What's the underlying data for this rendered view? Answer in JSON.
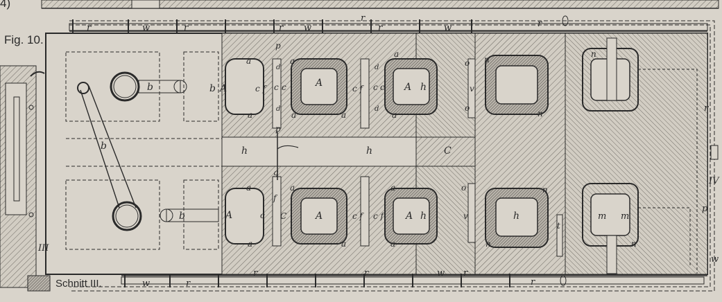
{
  "figure": {
    "page_ref": "4)",
    "fig_label": "Fig. 10.",
    "section_label": "Schnitt III.",
    "section_mark": "III",
    "side_mark": "IV"
  },
  "labels": {
    "A": "A",
    "a": "a",
    "b": "b",
    "c": "c",
    "cf": "c f",
    "C": "C",
    "d": "d",
    "f": "f",
    "g": "g",
    "h": "h",
    "m": "m",
    "n": "n",
    "o": "o",
    "p": "p",
    "r": "r",
    "t": "t",
    "v": "v",
    "w": "w"
  },
  "colors": {
    "paper": "#d9d4cb",
    "ink": "#2a2a2a",
    "hatch": "#6a6660"
  }
}
